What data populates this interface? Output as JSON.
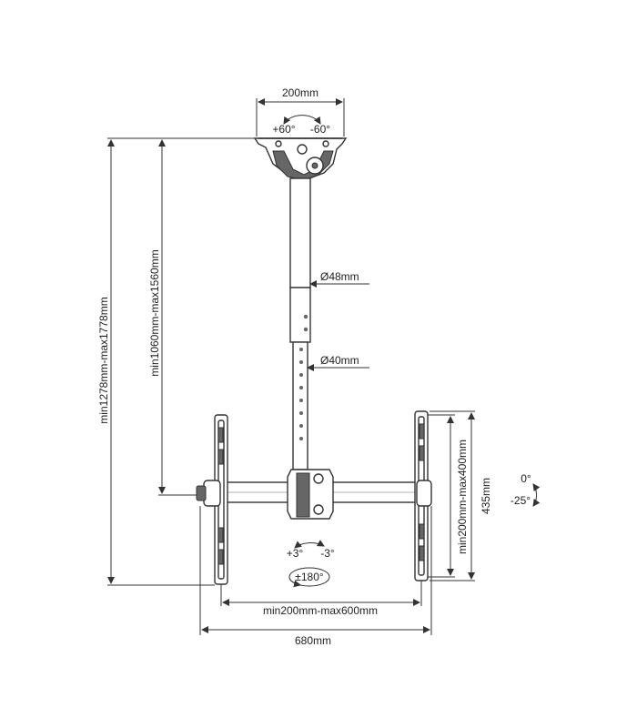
{
  "diagram": {
    "dimensions": {
      "ceiling_plate_width": "200mm",
      "outer_pole_diameter": "Ø48mm",
      "inner_pole_diameter": "Ø40mm",
      "total_height": "min1278mm-max1778mm",
      "pole_height": "min1060mm-max1560mm",
      "bracket_height_range": "min200mm-max400mm",
      "bracket_total_height": "435mm",
      "bracket_width_range": "min200mm-max600mm",
      "arm_width": "680mm"
    },
    "angles": {
      "swivel_left": "+60°",
      "swivel_right": "-60°",
      "tilt_up": "0°",
      "tilt_down": "-25°",
      "level_left": "+3°",
      "level_right": "-3°",
      "rotation": "±180°"
    }
  }
}
